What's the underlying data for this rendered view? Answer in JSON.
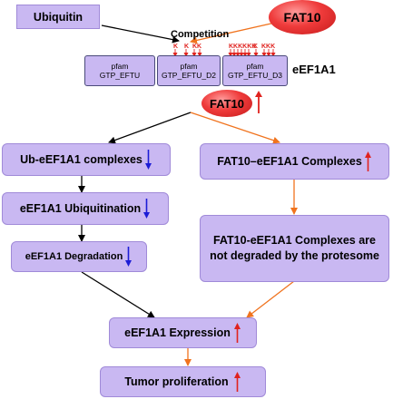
{
  "nodes": {
    "ubiquitin": "Ubiquitin",
    "fat10_top": "FAT10",
    "competition": "Competition",
    "eef1a1_label": "eEF1A1",
    "fat10_mid": "FAT10",
    "domain1": {
      "line1": "pfam",
      "line2": "GTP_EFTU"
    },
    "domain2": {
      "line1": "pfam",
      "line2": "GTP_EFTU_D2"
    },
    "domain3": {
      "line1": "pfam",
      "line2": "GTP_EFTU_D3"
    },
    "lysines_d2": [
      "K",
      "K",
      "KK"
    ],
    "lysines_d3": [
      "KKKKKK",
      "K",
      "KKK"
    ],
    "ub_complexes": "Ub-eEF1A1 complexes",
    "ubiquitination": "eEF1A1 Ubiquitination",
    "degradation": "eEF1A1 Degradation",
    "fat10_complexes": "FAT10–eEF1A1 Complexes",
    "not_degraded": "FAT10-eEF1A1 Complexes are not degraded by the protesome",
    "expression": "eEF1A1 Expression",
    "proliferation": "Tumor proliferation"
  },
  "colors": {
    "box_fill": "#c9b8f2",
    "orange_arrow": "#f0731e",
    "black_arrow": "#000000",
    "up_arrow": "#e0221e",
    "down_arrow": "#1c1cd6",
    "fat10_red": "#ef3b3b"
  },
  "indicators": {
    "fat10_mid": "up-arrow",
    "ub_complexes": "down-arrow",
    "ubiquitination": "down-arrow",
    "degradation": "down-arrow",
    "fat10_complexes": "up-arrow",
    "expression": "up-arrow",
    "proliferation": "up-arrow"
  }
}
